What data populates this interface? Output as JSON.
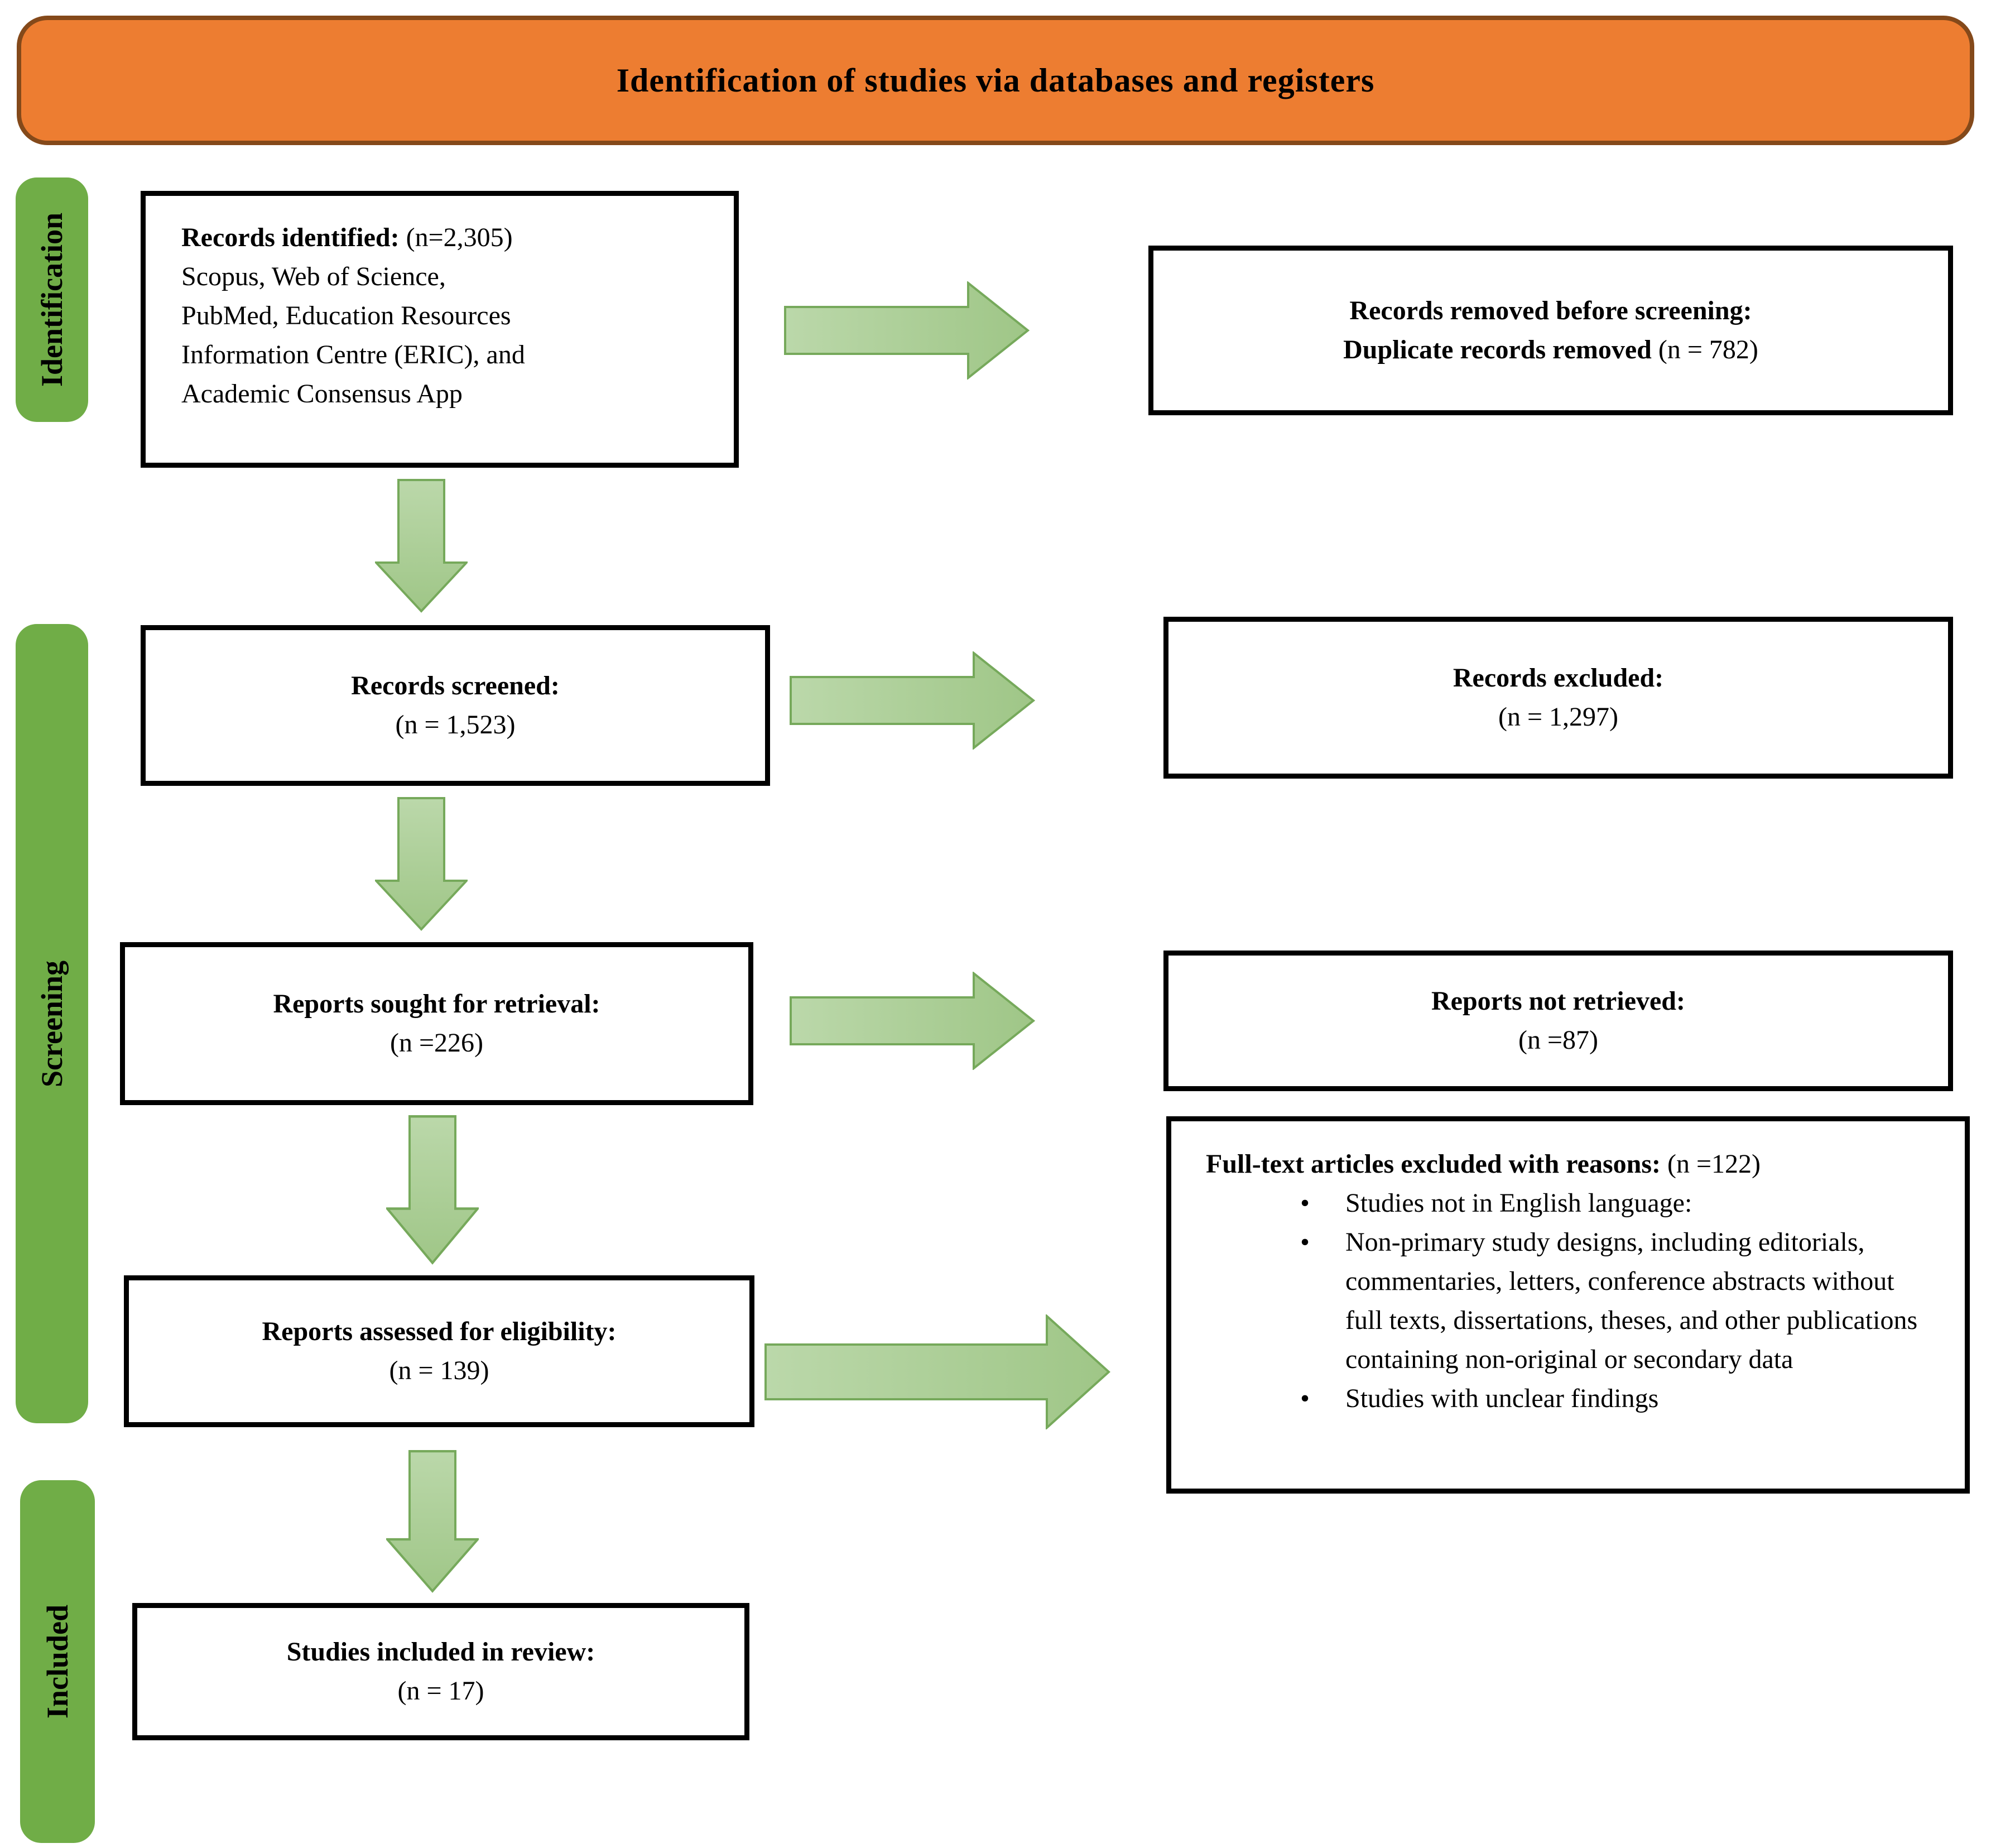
{
  "banner": {
    "title": "Identification of studies via databases and registers"
  },
  "stages": [
    {
      "label": "Identification"
    },
    {
      "label": "Screening"
    },
    {
      "label": "Included"
    }
  ],
  "boxes": {
    "records_identified": {
      "bold": "Records identified:",
      "n": " (n=2,305)",
      "lines": [
        "Scopus, Web of Science,",
        "PubMed, Education Resources",
        "Information Centre (ERIC), and",
        "Academic Consensus App"
      ]
    },
    "records_screened": {
      "bold": "Records screened:",
      "n": "(n = 1,523)"
    },
    "reports_sought": {
      "bold": "Reports sought for retrieval:",
      "n": "(n =226)"
    },
    "reports_assessed": {
      "bold": "Reports assessed for eligibility:",
      "n": "(n = 139)"
    },
    "studies_included": {
      "bold": "Studies included in review:",
      "n": "(n = 17)"
    },
    "records_removed": {
      "line1": "Records removed before screening:",
      "line2_bold": "Duplicate records removed",
      "line2_n": " (n = 782)"
    },
    "records_excluded": {
      "bold": "Records excluded:",
      "n": "(n = 1,297)"
    },
    "reports_not_retrieved": {
      "bold": "Reports not retrieved:",
      "n": "(n =87)"
    },
    "fulltext_excluded": {
      "bold": "Full-text articles excluded with reasons:",
      "n": " (n =122)",
      "bullets": [
        "Studies not in English language:",
        "Non-primary study designs, including editorials, commentaries, letters, conference abstracts without full texts, dissertations, theses, and other publications containing non-original or secondary data",
        "Studies with unclear findings"
      ]
    }
  },
  "colors": {
    "banner_fill": "#ED7D31",
    "banner_border": "#84491A",
    "stage_fill": "#70AD47",
    "arrow_fill_light": "#B9D7A8",
    "arrow_fill_dark": "#9FC687",
    "arrow_stroke": "#76A95B",
    "box_border": "#000000"
  }
}
